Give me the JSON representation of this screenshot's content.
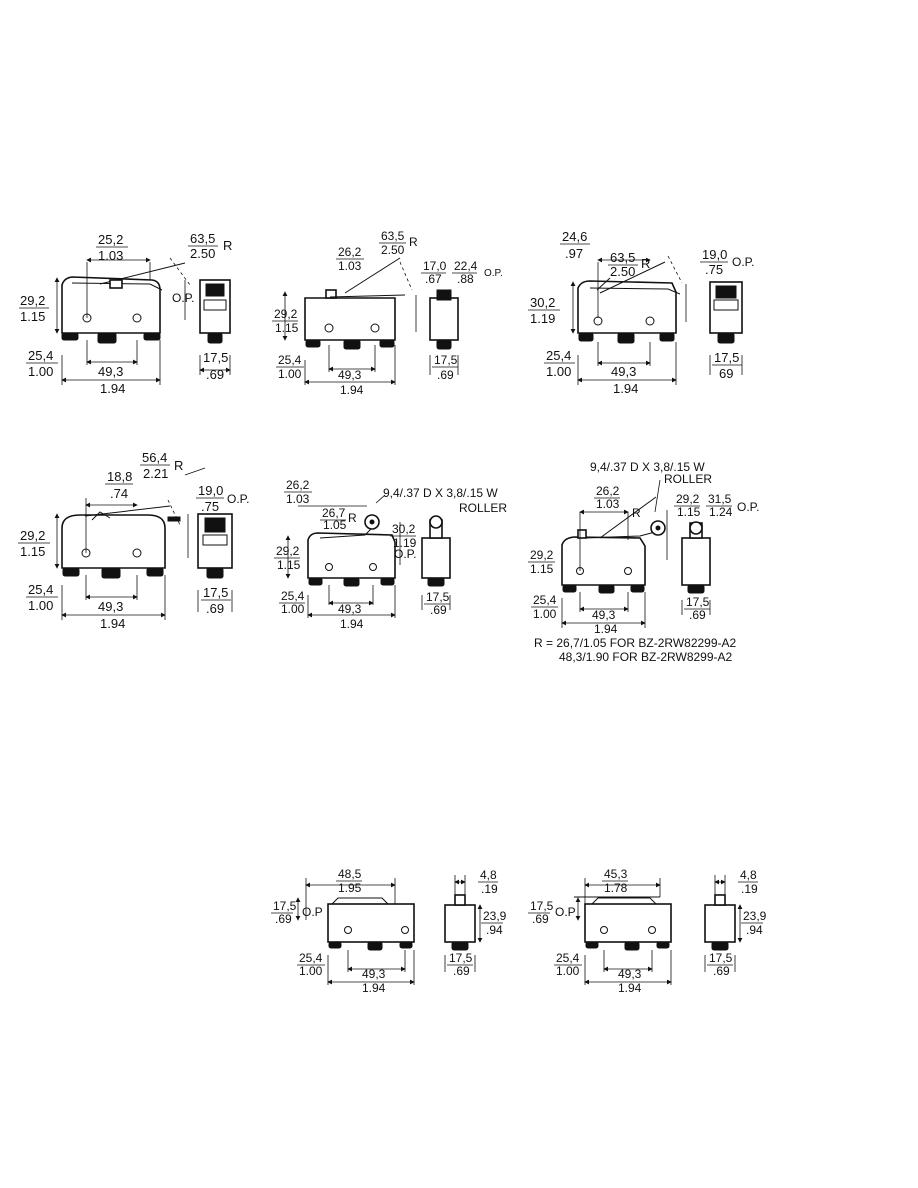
{
  "figures": [
    {
      "id": "fig1",
      "labels": {
        "top_mm": "25,2",
        "top_in": "1.03",
        "radius_mm": "63,5",
        "radius_in": "2.50",
        "radius_tag": "R",
        "height_mm": "29,2",
        "height_in": "1.15",
        "op_tag": "O.P.",
        "mount_mm": "25,4",
        "mount_in": "1.00",
        "holes_mm": "49,3",
        "total_in": "1.94",
        "side_mm": "17,5",
        "side_in": ".69"
      }
    },
    {
      "id": "fig2",
      "labels": {
        "top_mm": "26,2",
        "top_in": "1.03",
        "radius_mm": "63,5",
        "radius_in": "2.50",
        "radius_tag": "R",
        "op_a_mm": "17,0",
        "op_a_in": ".67",
        "op_b_mm": "22,4",
        "op_b_in": ".88",
        "op_tag": "O.P.",
        "height_mm": "29,2",
        "height_in": "1.15",
        "mount_mm": "25,4",
        "mount_in": "1.00",
        "holes_mm": "49,3",
        "total_in": "1.94",
        "side_mm": "17,5",
        "side_in": ".69"
      }
    },
    {
      "id": "fig3",
      "labels": {
        "top_mm": "24,6",
        "top_in": ".97",
        "radius_mm": "63,5",
        "radius_in": "2.50",
        "radius_tag": "R",
        "op_mm": "19,0",
        "op_in": ".75",
        "op_tag": "O.P.",
        "height_mm": "30,2",
        "height_in": "1.19",
        "mount_mm": "25,4",
        "mount_in": "1.00",
        "holes_mm": "49,3",
        "total_in": "1.94",
        "side_mm": "17,5",
        "side_in": "69"
      }
    },
    {
      "id": "fig4",
      "labels": {
        "radius_mm": "56,4",
        "radius_in": "2.21",
        "radius_tag": "R",
        "top_mm": "18,8",
        "top_in": ".74",
        "op_mm": "19,0",
        "op_in": ".75",
        "op_tag": "O.P.",
        "height_mm": "29,2",
        "height_in": "1.15",
        "mount_mm": "25,4",
        "mount_in": "1.00",
        "holes_mm": "49,3",
        "total_in": "1.94",
        "side_mm": "17,5",
        "side_in": ".69"
      }
    },
    {
      "id": "fig5",
      "labels": {
        "top_mm": "26,2",
        "top_in": "1.03",
        "roller": "9,4/.37 D X 3,8/.15 W",
        "roller_word": "ROLLER",
        "radius_mm": "26,7",
        "radius_in": "1.05",
        "radius_tag": "R",
        "op_mm": "30,2",
        "op_in": "1.19",
        "op_tag": "O.P.",
        "height_mm": "29,2",
        "height_in": "1.15",
        "mount_mm": "25,4",
        "mount_in": "1.00",
        "holes_mm": "49,3",
        "total_in": "1.94",
        "side_mm": "17,5",
        "side_in": ".69"
      }
    },
    {
      "id": "fig6",
      "labels": {
        "roller": "9,4/.37 D X 3,8/.15 W",
        "roller_word": "ROLLER",
        "top_mm": "26,2",
        "top_in": "1.03",
        "radius_tag": "R",
        "op_a_mm": "29,2",
        "op_a_in": "1.15",
        "op_b_mm": "31,5",
        "op_b_in": "1.24",
        "op_tag": "O.P.",
        "height_mm": "29,2",
        "height_in": "1.15",
        "mount_mm": "25,4",
        "mount_in": "1.00",
        "holes_mm": "49,3",
        "total_in": "1.94",
        "side_mm": "17,5",
        "side_in": ".69"
      },
      "notes": [
        "R = 26,7/1.05 FOR BZ-2RW82299-A2",
        "48,3/1.90 FOR BZ-2RW8299-A2"
      ]
    },
    {
      "id": "fig7",
      "labels": {
        "top_mm": "48,5",
        "top_in": "1.95",
        "op_mm": "17,5",
        "op_in": ".69",
        "op_tag": "O.P",
        "mount_mm": "25,4",
        "mount_in": "1.00",
        "holes_mm": "49,3",
        "total_in": "1.94",
        "plunger_mm": "4,8",
        "plunger_in": ".19",
        "side_h_mm": "23,9",
        "side_h_in": ".94",
        "side_mm": "17,5",
        "side_in": ".69"
      }
    },
    {
      "id": "fig8",
      "labels": {
        "top_mm": "45,3",
        "top_in": "1.78",
        "op_mm": "17,5",
        "op_in": ".69",
        "op_tag": "O.P",
        "mount_mm": "25,4",
        "mount_in": "1.00",
        "holes_mm": "49,3",
        "total_in": "1.94",
        "plunger_mm": "4,8",
        "plunger_in": ".19",
        "side_h_mm": "23,9",
        "side_h_in": ".94",
        "side_mm": "17,5",
        "side_in": ".69"
      }
    }
  ]
}
